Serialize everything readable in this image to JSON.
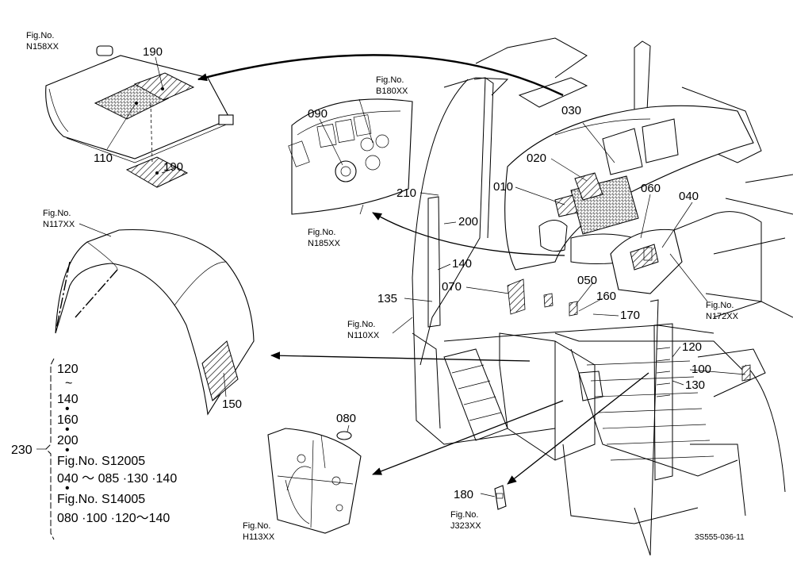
{
  "fig_refs": {
    "n158": [
      "Fig.No.",
      "N158XX"
    ],
    "b180": [
      "Fig.No.",
      "B180XX"
    ],
    "n117": [
      "Fig.No.",
      "N117XX"
    ],
    "n185": [
      "Fig.No.",
      "N185XX"
    ],
    "n110": [
      "Fig.No.",
      "N110XX"
    ],
    "n172": [
      "Fig.No.",
      "N172XX"
    ],
    "h113": [
      "Fig.No.",
      "H113XX"
    ],
    "j323": [
      "Fig.No.",
      "J323XX"
    ]
  },
  "callouts": {
    "c190a": "190",
    "c110": "110",
    "c190b": "190",
    "c090": "090",
    "c030": "030",
    "c020": "020",
    "c010": "010",
    "c060": "060",
    "c040": "040",
    "c210": "210",
    "c200": "200",
    "c140": "140",
    "c070": "070",
    "c135": "135",
    "c050": "050",
    "c160": "160",
    "c170": "170",
    "c120": "120",
    "c100": "100",
    "c130": "130",
    "c150": "150",
    "c080": "080",
    "c180": "180"
  },
  "range_list": {
    "label": "230",
    "lines": [
      "120",
      "~",
      "140",
      "•",
      "160",
      "•",
      "200",
      "•",
      "Fig.No. S12005",
      "040 ～ 085 ·130 ·140",
      "•",
      "Fig.No. S14005",
      "080 ·100 ·120～140"
    ]
  },
  "drawing_code": "3S555-036-11"
}
